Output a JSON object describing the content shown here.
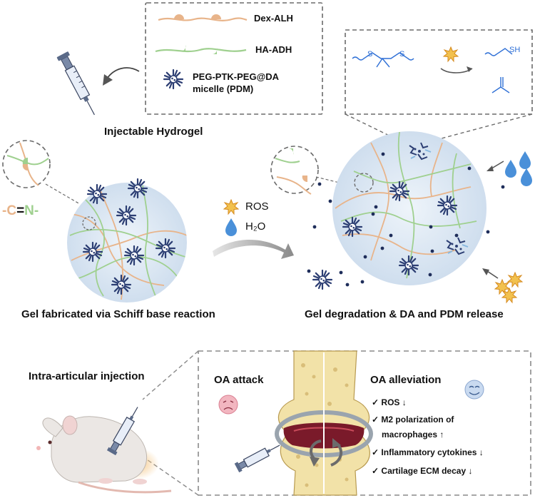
{
  "legend": {
    "dex_alh": "Dex-ALH",
    "ha_adh": "HA-ADH",
    "pdm_line1": "PEG-PTK-PEG@DA",
    "pdm_line2": "micelle (PDM)"
  },
  "captions": {
    "injectable_hydrogel": "Injectable Hydrogel",
    "gel_fabricated": "Gel fabricated via Schiff base reaction",
    "gel_degradation": "Gel degradation & DA and PDM release",
    "intra_articular": "Intra-articular injection"
  },
  "bond": {
    "c": "-C",
    "eq": "=",
    "n": "N-"
  },
  "stimuli": {
    "ros": "ROS",
    "h2o": "H₂O"
  },
  "chem": {
    "sh": "SH"
  },
  "oa": {
    "attack": "OA attack",
    "alleviation": "OA alleviation",
    "effects": [
      {
        "check": "✓",
        "line1": "ROS ↓",
        "line2": ""
      },
      {
        "check": "✓",
        "line1": "M2 polarization of",
        "line2": "macrophages ↑"
      },
      {
        "check": "✓",
        "line1": "Inflammatory cytokines  ↓",
        "line2": ""
      },
      {
        "check": "✓",
        "line1": "Cartilage ECM  decay ↓",
        "line2": ""
      }
    ]
  },
  "colors": {
    "dex_alh": "#e8b48a",
    "ha_adh": "#9fd08f",
    "micelle": "#2c3e73",
    "gel_bg": "#dbe8f4",
    "arrow": "#8a8a8a",
    "water": "#4a90d9",
    "ros": "#e8a83a",
    "sad_face": "#f2b6c0",
    "happy_face": "#c9daf0"
  },
  "icons": [
    "syringe-icon",
    "micelle-icon",
    "ros-burst-icon",
    "water-drop-icon",
    "mouse-icon",
    "knee-joint-icon",
    "sad-face-icon",
    "happy-face-icon"
  ]
}
